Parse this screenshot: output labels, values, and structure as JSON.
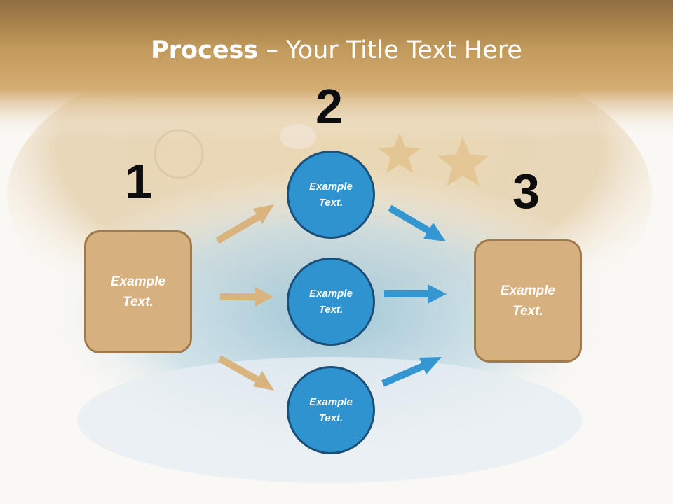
{
  "slide": {
    "title_bold": "Process",
    "title_rest": " – Your Title Text Here"
  },
  "steps": {
    "n1": "1",
    "n2": "2",
    "n3": "3"
  },
  "boxes": {
    "left": "Example\nText.",
    "right": "Example\nText."
  },
  "circles": {
    "top": "Example\nText.",
    "middle": "Example\nText.",
    "bottom": "Example\nText."
  },
  "colors": {
    "header": "#b8904f",
    "tan": "#d6b07e",
    "tan_border": "#a07a4c",
    "blue": "#2f93cf",
    "blue_border": "#1c4f78",
    "tan_arrow": "#d9b47f",
    "blue_arrow": "#3497d2"
  }
}
